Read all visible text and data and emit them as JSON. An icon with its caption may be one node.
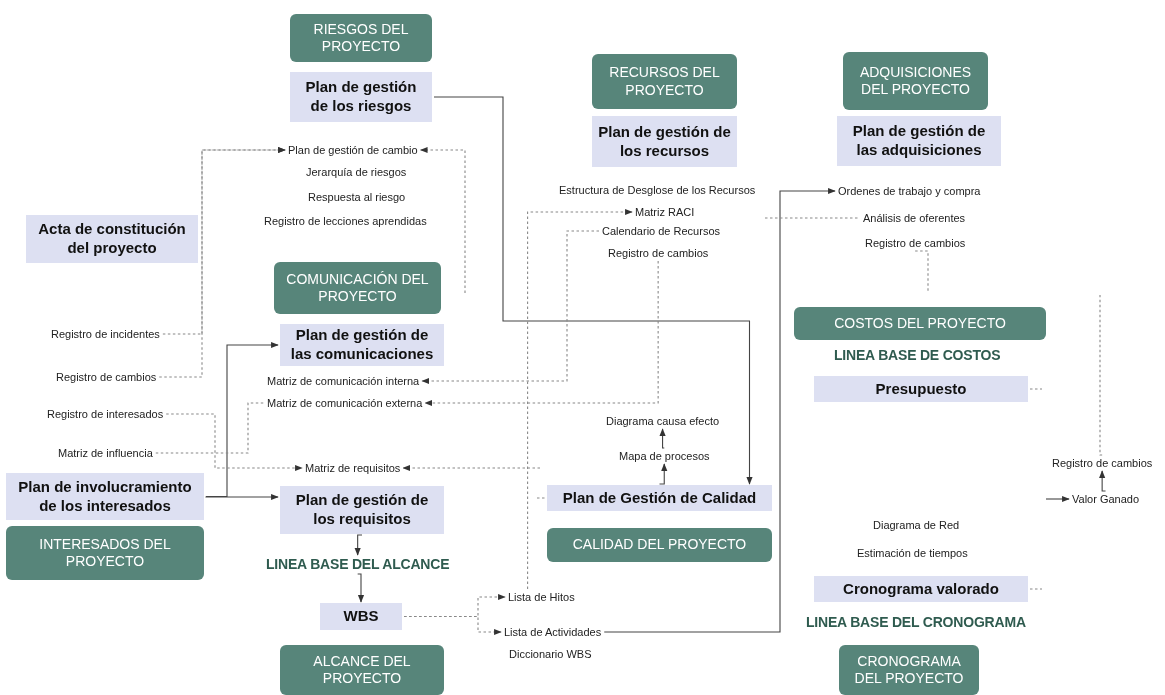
{
  "diagram": {
    "nodes": [
      {
        "text": [
          "RIESGOS DEL PROYECTO"
        ]
      },
      {
        "text": [
          "Plan de gestión de los riesgos"
        ]
      },
      {
        "text": [
          "Plan de gestión de cambio"
        ]
      },
      {
        "text": [
          "Jerarquía de riesgos"
        ]
      },
      {
        "text": [
          "Respuesta al riesgo"
        ]
      },
      {
        "text": [
          "Registro de lecciones aprendidas"
        ]
      },
      {
        "text": [
          "Acta de constitución del proyecto"
        ]
      },
      {
        "text": [
          "COMUNICACIÓN DEL PROYECTO"
        ]
      },
      {
        "text": [
          "Plan de gestión de las comunicaciones"
        ]
      },
      {
        "text": [
          "Registro de incidentes"
        ]
      },
      {
        "text": [
          "Registro de cambios"
        ]
      },
      {
        "text": [
          "Registro de interesados"
        ]
      },
      {
        "text": [
          "Matriz de influencia"
        ]
      },
      {
        "text": [
          "Matriz de comunicación interna"
        ]
      },
      {
        "text": [
          "Matriz de comunicación externa"
        ]
      },
      {
        "text": [
          "Matriz de requisitos"
        ]
      },
      {
        "text": [
          "Plan de involucramiento de los interesados"
        ]
      },
      {
        "text": [
          "INTERESADOS DEL PROYECTO"
        ]
      },
      {
        "text": [
          "Plan de gestión de los requisitos"
        ]
      },
      {
        "text": [
          "LINEA BASE DEL ALCANCE"
        ]
      },
      {
        "text": [
          "WBS"
        ]
      },
      {
        "text": [
          "ALCANCE DEL PROYECTO"
        ]
      },
      {
        "text": [
          "RECURSOS DEL PROYECTO"
        ]
      },
      {
        "text": [
          "Plan de gestión de los recursos"
        ]
      },
      {
        "text": [
          "Estructura de Desglose de los Recursos"
        ]
      },
      {
        "text": [
          "Matriz RACI"
        ]
      },
      {
        "text": [
          "Calendario de Recursos"
        ]
      },
      {
        "text": [
          "Registro de cambios"
        ]
      },
      {
        "text": [
          "Diagrama causa efecto"
        ]
      },
      {
        "text": [
          "Mapa de procesos"
        ]
      },
      {
        "text": [
          "Plan de Gestión de Calidad"
        ]
      },
      {
        "text": [
          "CALIDAD DEL PROYECTO"
        ]
      },
      {
        "text": [
          "Lista de Hitos"
        ]
      },
      {
        "text": [
          "Lista de Actividades"
        ]
      },
      {
        "text": [
          "Diccionario WBS"
        ]
      },
      {
        "text": [
          "ADQUISICIONES DEL PROYECTO"
        ]
      },
      {
        "text": [
          "Plan de gestión de las adquisiciones"
        ]
      },
      {
        "text": [
          "Ordenes de trabajo y compra"
        ]
      },
      {
        "text": [
          "Análisis de oferentes"
        ]
      },
      {
        "text": [
          "Registro de cambios"
        ]
      },
      {
        "text": [
          "COSTOS DEL PROYECTO"
        ]
      },
      {
        "text": [
          "LINEA BASE DE COSTOS"
        ]
      },
      {
        "text": [
          "Presupuesto"
        ]
      },
      {
        "text": [
          "Registro de cambios"
        ]
      },
      {
        "text": [
          "Valor Ganado"
        ]
      },
      {
        "text": [
          "Diagrama de Red"
        ]
      },
      {
        "text": [
          "Estimación de tiempos"
        ]
      },
      {
        "text": [
          "Cronograma valorado"
        ]
      },
      {
        "text": [
          "LINEA BASE DEL CRONOGRAMA"
        ]
      },
      {
        "text": [
          "CRONOGRAMA DEL PROYECTO"
        ]
      }
    ],
    "edges": [
      {
        "from": 1,
        "to": 30,
        "arrow": "to"
      },
      {
        "from": 16,
        "to": 8,
        "arrow": "to"
      },
      {
        "from": 16,
        "to": 18,
        "arrow": "to"
      },
      {
        "from": 18,
        "to": 19,
        "arrow": "to"
      },
      {
        "from": 19,
        "to": 20,
        "arrow": "to"
      },
      {
        "from": 29,
        "to": 28,
        "arrow": "to"
      },
      {
        "from": 30,
        "to": 29,
        "arrow": "to"
      },
      {
        "from": 44,
        "to": 43,
        "arrow": "to"
      },
      {
        "from": 33,
        "to": 37,
        "arrow": "to"
      },
      {
        "from": 20,
        "to": 32,
        "arrow": "to",
        "style": "dashed"
      },
      {
        "from": 20,
        "to": 33,
        "arrow": "to",
        "style": "dashed"
      },
      {
        "from": 9,
        "to": 2,
        "arrow": "to",
        "style": "dashed"
      },
      {
        "from": 10,
        "to": 2,
        "arrow": "to",
        "style": "dashed"
      },
      {
        "from": null,
        "to": 2,
        "arrow": "to",
        "style": "dashed"
      },
      {
        "from": 32,
        "to": 25,
        "arrow": "to",
        "style": "dashed"
      },
      {
        "from": 26,
        "to": 13,
        "arrow": "to",
        "style": "dashed"
      },
      {
        "from": 27,
        "to": 14,
        "arrow": "to",
        "style": "dashed"
      },
      {
        "from": 12,
        "to": 14,
        "arrow": "none",
        "style": "dashed"
      },
      {
        "from": 11,
        "to": 15,
        "arrow": "to",
        "style": "dashed"
      },
      {
        "from": null,
        "to": 15,
        "arrow": "to",
        "style": "dashed"
      },
      {
        "from": null,
        "to": 38,
        "arrow": "none",
        "style": "dashed"
      },
      {
        "from": 39,
        "to": null,
        "arrow": "none",
        "style": "dashed"
      },
      {
        "from": 42,
        "to": null,
        "arrow": "none",
        "style": "dashed"
      },
      {
        "from": 47,
        "to": null,
        "arrow": "none",
        "style": "dashed"
      },
      {
        "from": null,
        "to": 30,
        "arrow": "none",
        "style": "dashed"
      },
      {
        "from": 43,
        "to": null,
        "arrow": "none",
        "style": "dashed"
      },
      {
        "from": null,
        "to": 44,
        "arrow": "to"
      }
    ]
  }
}
